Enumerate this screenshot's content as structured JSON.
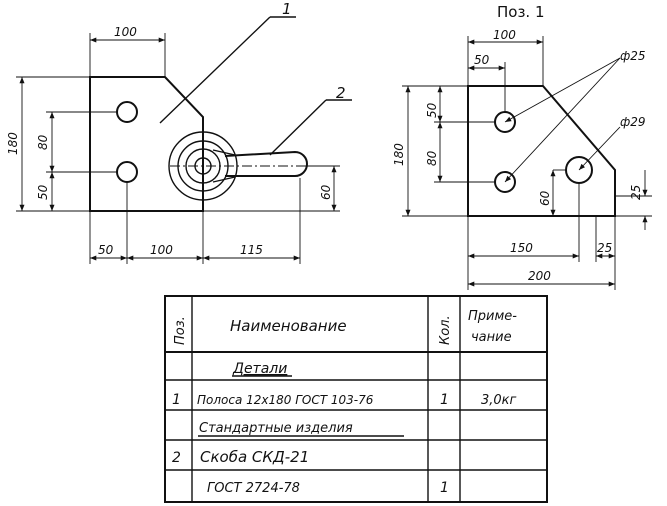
{
  "assembly": {
    "leaders": {
      "pos1": "1",
      "pos2": "2"
    },
    "dims": {
      "width_top": "100",
      "height_left": "180",
      "holes_spacing": "80",
      "bottom_offset": "50",
      "right_offset": "60",
      "bottom_left": "50",
      "bottom_mid": "100",
      "bottom_right": "115"
    }
  },
  "part": {
    "title": "Поз. 1",
    "dims": {
      "width_top": "100",
      "left_inset": "50",
      "hole_small": "ф25",
      "hole_large": "ф29",
      "height": "180",
      "offset_top": "50",
      "spacing": "80",
      "large_vert": "60",
      "chamfer_vert": "25",
      "to_large": "150",
      "chamfer_horiz": "25",
      "total_width": "200"
    }
  },
  "table": {
    "headers": {
      "pos": "Поз.",
      "name": "Наименование",
      "qty": "Кол.",
      "note": "Приме-\nчание"
    },
    "sections": {
      "details": "Детали",
      "standard": "Стандартные изделия"
    },
    "rows": [
      {
        "pos": "1",
        "name": "Полоса 12х180 ГОСТ 103-76",
        "qty": "1",
        "note": "3,0кг"
      },
      {
        "pos": "2",
        "name": "Скоба СКД-21",
        "qty": "",
        "note": ""
      },
      {
        "pos": "",
        "name": "ГОСТ 2724-78",
        "qty": "1",
        "note": ""
      }
    ]
  }
}
